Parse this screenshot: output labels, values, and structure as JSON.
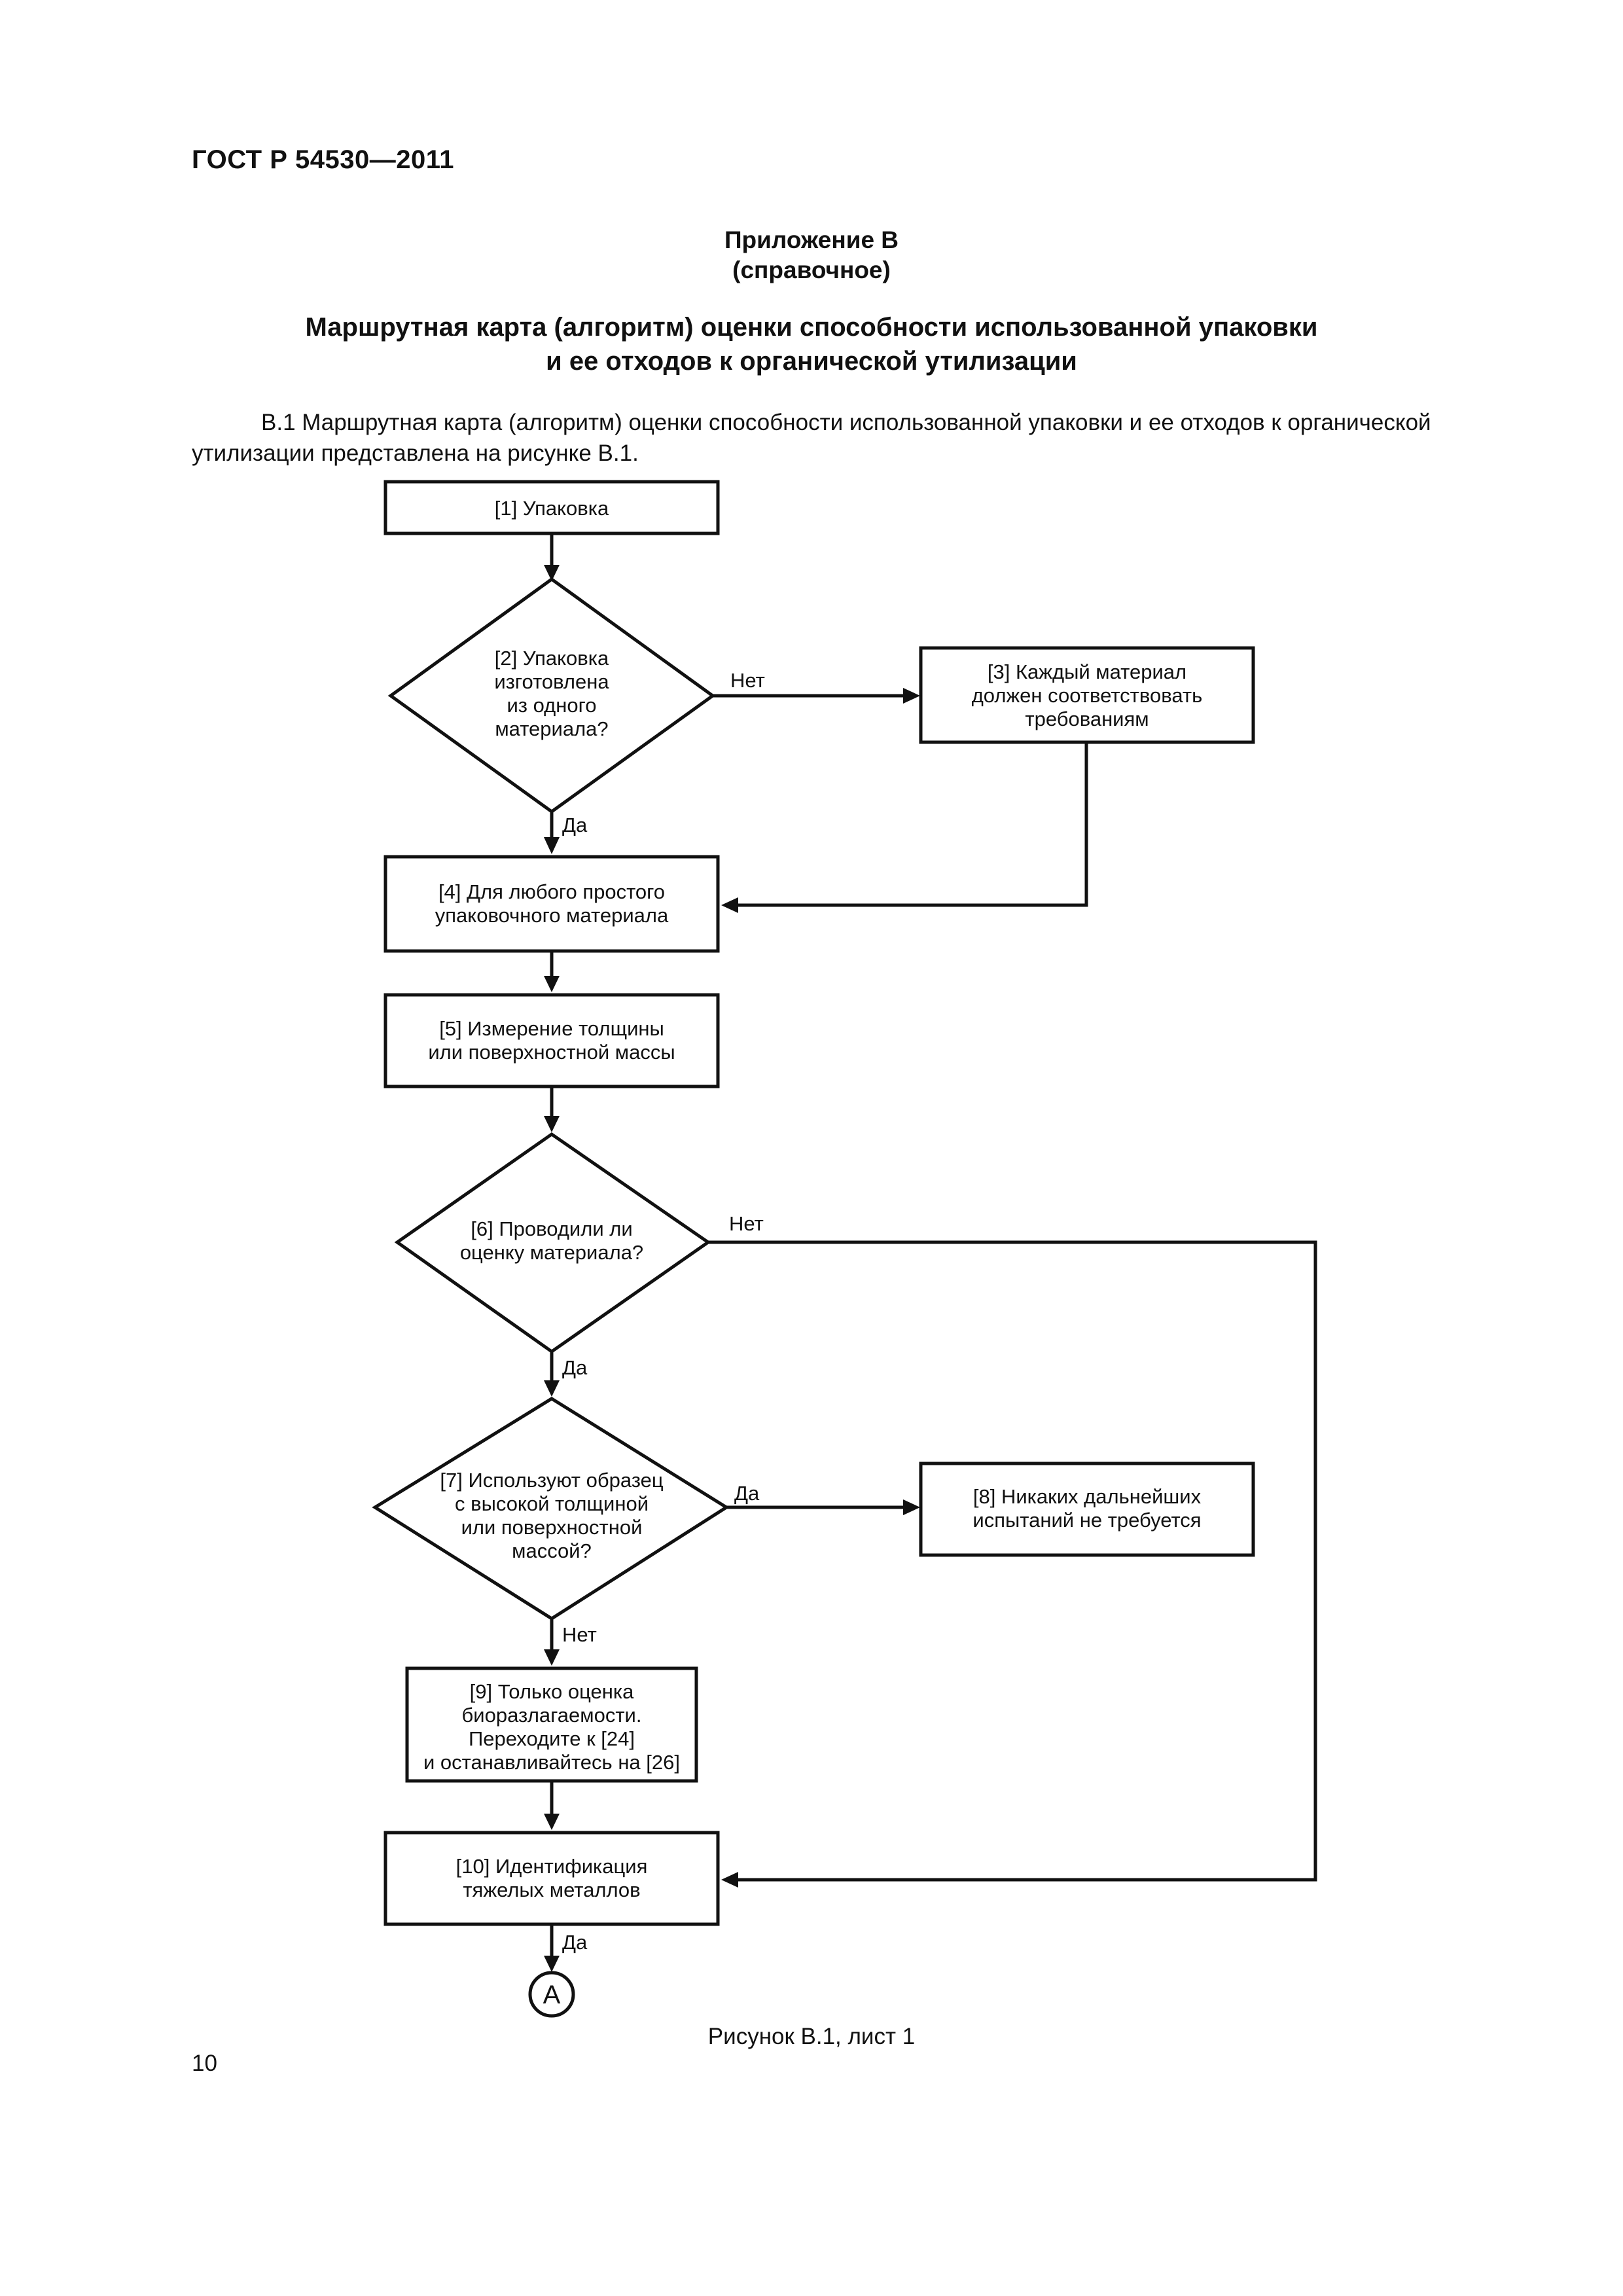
{
  "header": {
    "doc_code": "ГОСТ Р 54530—2011"
  },
  "annex": {
    "line1": "Приложение В",
    "line2": "(справочное)"
  },
  "title": {
    "line1": "Маршрутная карта (алгоритм) оценки способности использованной упаковки",
    "line2": "и ее отходов к органической утилизации"
  },
  "paragraph": "В.1 Маршрутная карта (алгоритм) оценки способности использованной упаковки и ее отходов к органической утилизации представлена на рисунке В.1.",
  "flowchart": {
    "n1": [
      "[1] Упаковка"
    ],
    "n2": [
      "[2] Упаковка",
      "изготовлена",
      "из одного",
      "материала?"
    ],
    "n3": [
      "[3] Каждый материал",
      "должен соответствовать",
      "требованиям"
    ],
    "n4": [
      "[4] Для любого простого",
      "упаковочного материала"
    ],
    "n5": [
      "[5] Измерение толщины",
      "или поверхностной массы"
    ],
    "n6": [
      "[6] Проводили ли",
      "оценку материала?"
    ],
    "n7": [
      "[7] Используют образец",
      "с высокой толщиной",
      "или поверхностной",
      "массой?"
    ],
    "n8": [
      "[8] Никаких дальнейших",
      "испытаний не требуется"
    ],
    "n9": [
      "[9] Только оценка",
      "биоразлагаемости.",
      "Переходите к [24]",
      "и останавливайтесь на [26]"
    ],
    "n10": [
      "[10] Идентификация",
      "тяжелых металлов"
    ],
    "connector": "A",
    "labels": {
      "n2_no": "Нет",
      "n2_yes": "Да",
      "n6_no": "Нет",
      "n6_yes": "Да",
      "n7_yes": "Да",
      "n7_no": "Нет",
      "n10_yes": "Да"
    }
  },
  "caption": "Рисунок В.1, лист 1",
  "page_number": "10"
}
